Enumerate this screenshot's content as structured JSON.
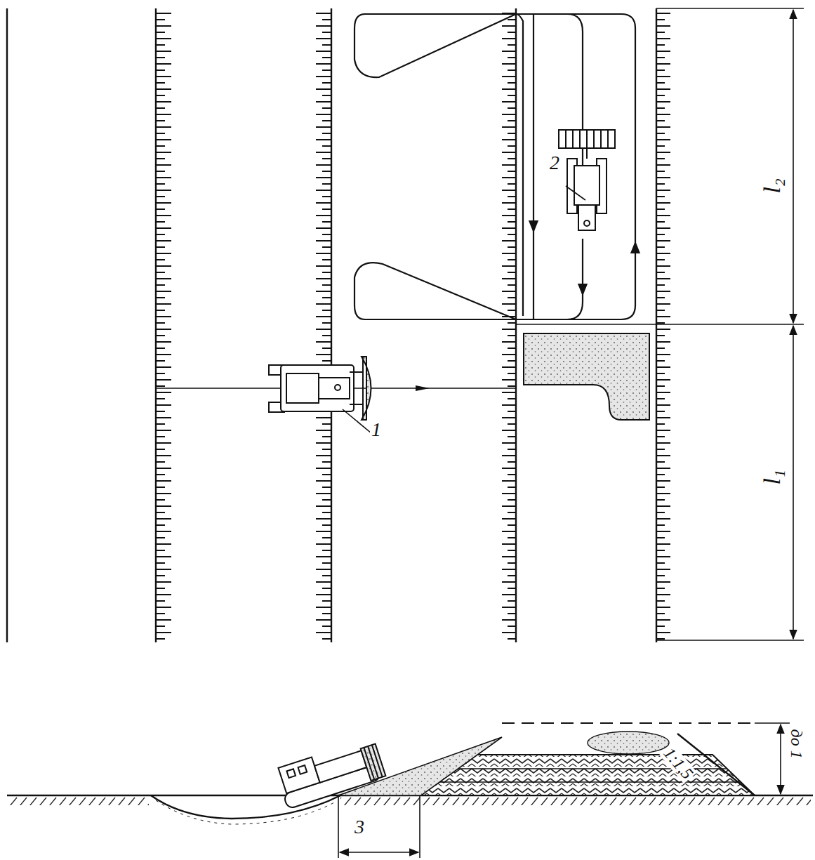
{
  "diagram": {
    "labels": [
      "2",
      "1",
      "l₂",
      "l₁",
      "3",
      "1:1,5",
      "до 1"
    ]
  }
}
